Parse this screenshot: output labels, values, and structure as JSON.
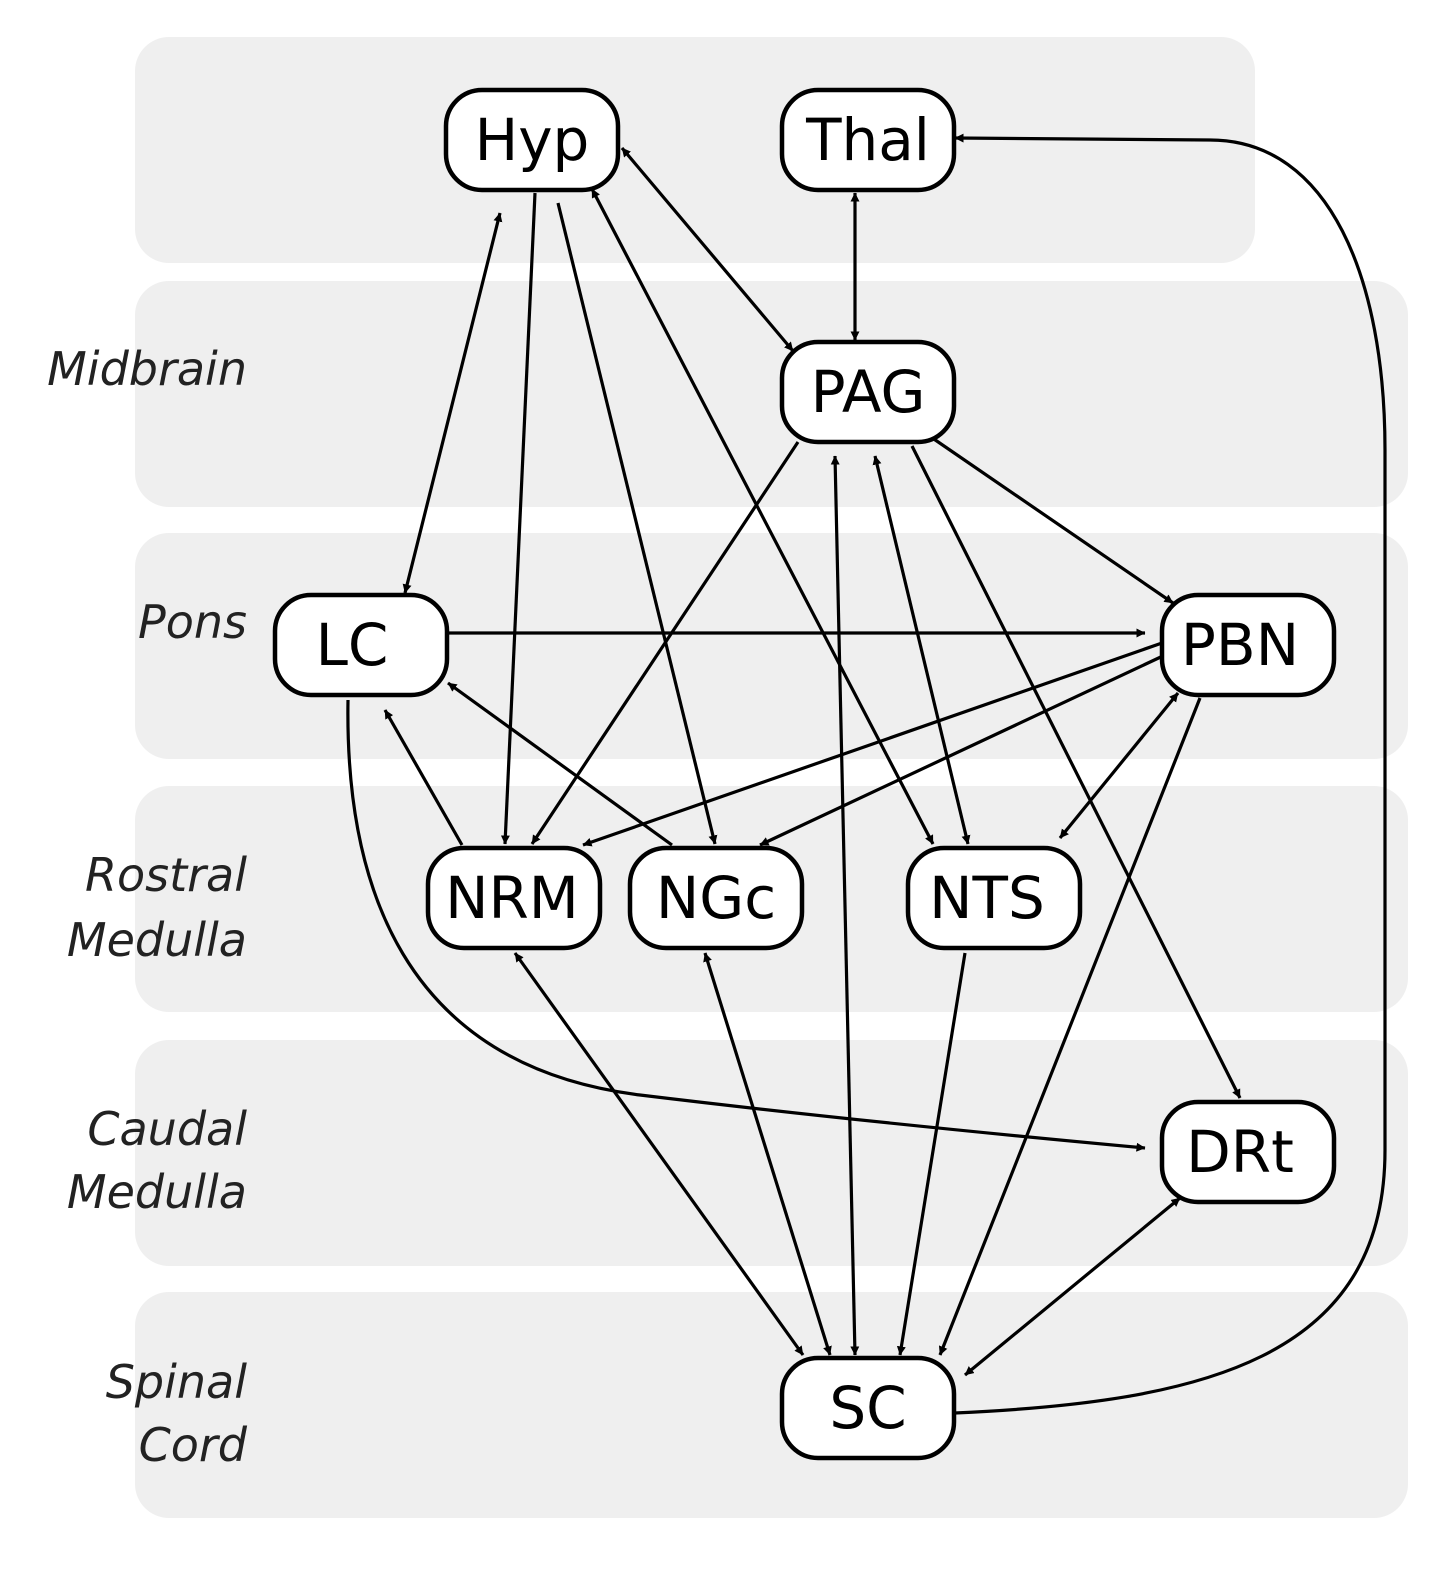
{
  "regions": [
    {
      "id": "top",
      "lines": []
    },
    {
      "id": "midbrain",
      "lines": [
        "Midbrain"
      ]
    },
    {
      "id": "pons",
      "lines": [
        "Pons"
      ]
    },
    {
      "id": "rostral",
      "lines": [
        "Rostral",
        "Medulla"
      ]
    },
    {
      "id": "caudal",
      "lines": [
        "Caudal",
        "Medulla"
      ]
    },
    {
      "id": "spinal",
      "lines": [
        "Spinal",
        "Cord"
      ]
    }
  ],
  "nodes": {
    "Hyp": "Hyp",
    "Thal": "Thal",
    "PAG": "PAG",
    "LC": "LC",
    "PBN": "PBN",
    "NRM": "NRM",
    "NGc": "NGc",
    "NTS": "NTS",
    "DRt": "DRt",
    "SC": "SC"
  },
  "edges": [
    {
      "from": "Hyp",
      "to": "PAG",
      "direction": "both"
    },
    {
      "from": "Thal",
      "to": "PAG",
      "direction": "both"
    },
    {
      "from": "Hyp",
      "to": "LC",
      "direction": "both"
    },
    {
      "from": "Hyp",
      "to": "NRM",
      "direction": "forward"
    },
    {
      "from": "Hyp",
      "to": "NGc",
      "direction": "forward"
    },
    {
      "from": "Hyp",
      "to": "NTS",
      "direction": "both"
    },
    {
      "from": "SC",
      "to": "Thal",
      "direction": "forward"
    },
    {
      "from": "PAG",
      "to": "NRM",
      "direction": "forward"
    },
    {
      "from": "PAG",
      "to": "PBN",
      "direction": "forward"
    },
    {
      "from": "PAG",
      "to": "DRt",
      "direction": "forward"
    },
    {
      "from": "PAG",
      "to": "SC",
      "direction": "both"
    },
    {
      "from": "PAG",
      "to": "NTS",
      "direction": "both"
    },
    {
      "from": "LC",
      "to": "PBN",
      "direction": "forward"
    },
    {
      "from": "LC",
      "to": "DRt",
      "direction": "forward"
    },
    {
      "from": "NRM",
      "to": "LC",
      "direction": "forward"
    },
    {
      "from": "NGc",
      "to": "LC",
      "direction": "forward"
    },
    {
      "from": "PBN",
      "to": "NRM",
      "direction": "forward"
    },
    {
      "from": "PBN",
      "to": "NGc",
      "direction": "forward"
    },
    {
      "from": "PBN",
      "to": "NTS",
      "direction": "both"
    },
    {
      "from": "PBN",
      "to": "SC",
      "direction": "forward"
    },
    {
      "from": "NRM",
      "to": "SC",
      "direction": "both"
    },
    {
      "from": "NGc",
      "to": "SC",
      "direction": "both"
    },
    {
      "from": "NTS",
      "to": "SC",
      "direction": "forward"
    },
    {
      "from": "DRt",
      "to": "SC",
      "direction": "both"
    }
  ]
}
